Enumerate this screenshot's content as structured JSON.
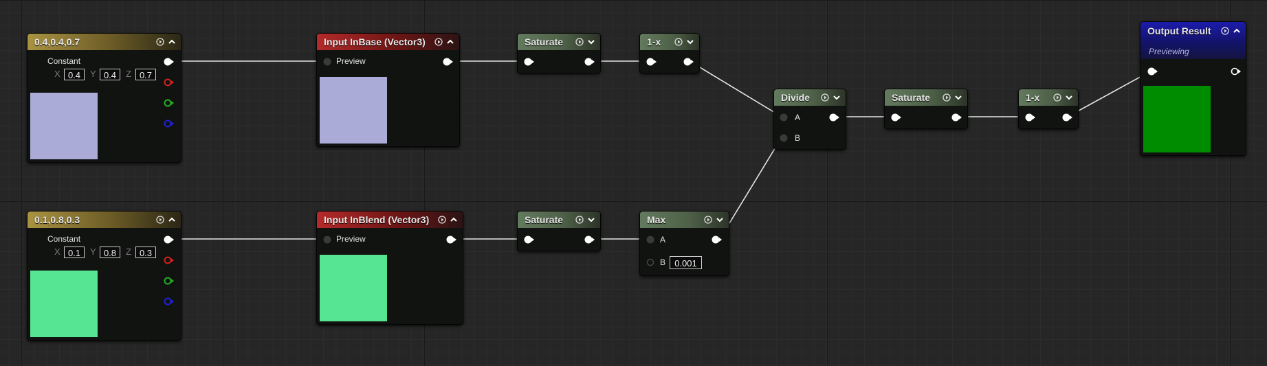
{
  "colors": {
    "constant1_preview": "#ababd8",
    "constant2_preview": "#56e592",
    "output_preview": "#008c00",
    "wire": "#e6e6e6"
  },
  "constant1": {
    "title": "0.4,0.4,0.7",
    "label": "Constant",
    "x_axis": "X",
    "x_value": "0.4",
    "y_axis": "Y",
    "y_value": "0.4",
    "z_axis": "Z",
    "z_value": "0.7"
  },
  "constant2": {
    "title": "0.1,0.8,0.3",
    "label": "Constant",
    "x_axis": "X",
    "x_value": "0.1",
    "y_axis": "Y",
    "y_value": "0.8",
    "z_axis": "Z",
    "z_value": "0.3"
  },
  "input_base": {
    "title": "Input InBase (Vector3)",
    "pin_label": "Preview"
  },
  "input_blend": {
    "title": "Input InBlend (Vector3)",
    "pin_label": "Preview"
  },
  "saturate_top": {
    "title": "Saturate"
  },
  "saturate_bottom": {
    "title": "Saturate"
  },
  "one_minus_top": {
    "title": "1-x"
  },
  "max_node": {
    "title": "Max",
    "pin_a": "A",
    "pin_b": "B",
    "b_value": "0.001"
  },
  "divide_node": {
    "title": "Divide",
    "pin_a": "A",
    "pin_b": "B"
  },
  "saturate_right": {
    "title": "Saturate"
  },
  "one_minus_right": {
    "title": "1-x"
  },
  "output": {
    "title": "Output Result",
    "subtitle": "Previewing"
  }
}
